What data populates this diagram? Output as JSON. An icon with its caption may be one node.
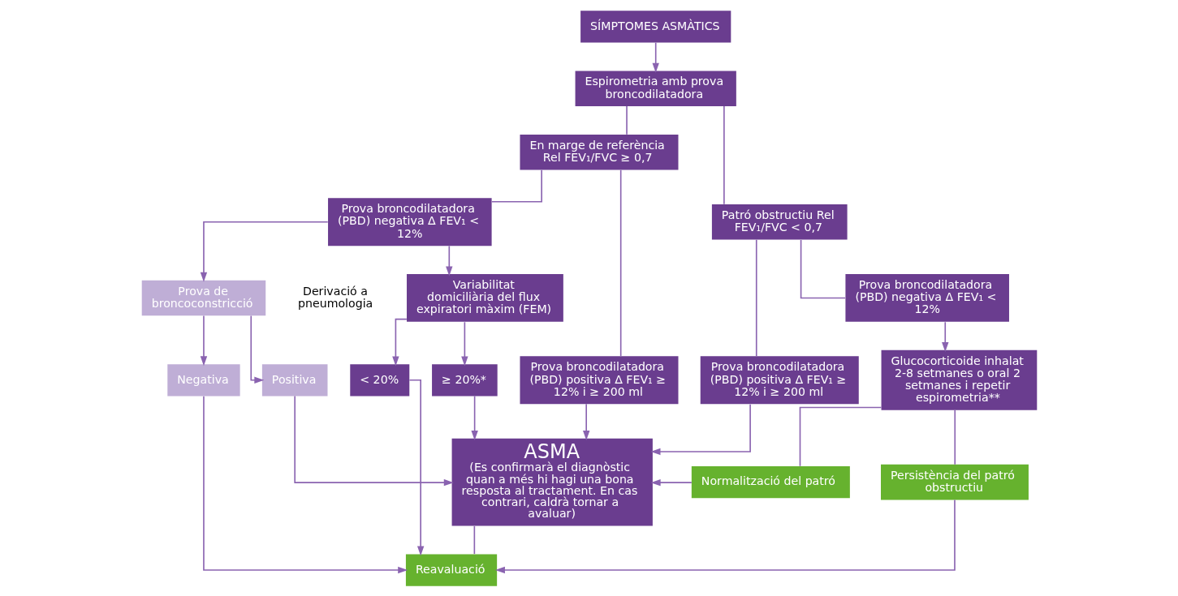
{
  "diagram": {
    "nodes": [
      {
        "text": [
          "SÍMPTOMES ASMÀTICS"
        ]
      },
      {
        "text": [
          "Espirometria amb prova broncodilatadora"
        ]
      },
      {
        "text": [
          "En marge de referència Rel FEV₁/FVC ≥ 0,7"
        ]
      },
      {
        "text": [
          "Patró obstructiu Rel FEV₁/FVC < 0,7"
        ]
      },
      {
        "text": [
          "Prova broncodilatadora (PBD) negativa Δ FEV₁ < 12%"
        ]
      },
      {
        "text": [
          "Prova broncodilatadora (PBD) positiva Δ FEV₁ ≥ 12% i ≥ 200 ml"
        ]
      },
      {
        "text": [
          "Prova broncodilatadora (PBD) positiva Δ FEV₁ ≥ 12% i ≥ 200 ml"
        ]
      },
      {
        "text": [
          "Prova broncodilatadora (PBD) negativa Δ FEV₁ < 12%"
        ]
      },
      {
        "text": [
          "Variabilitat domiciliària del flux expiratori màxim (FEM)"
        ]
      },
      {
        "text": [
          "≥ 20%*"
        ]
      },
      {
        "text": [
          "< 20%"
        ]
      },
      {
        "text": [
          "ASMA",
          "(Es confirmarà el diagnòstic quan a més hi hagi una bona resposta al tractament. En cas contrari, caldrà tornar a avaluar)"
        ]
      },
      {
        "text": [
          "Glucocorticoide inhalat 2-8 setmanes o oral 2 setmanes i repetir espirometria**"
        ]
      },
      {
        "text": [
          "Prova de broncoconstricció"
        ]
      },
      {
        "text": [
          "Positiva"
        ]
      },
      {
        "text": [
          "Negativa"
        ]
      },
      {
        "text": [
          "Normalització del patró"
        ]
      },
      {
        "text": [
          "Persistència del patró obstructiu"
        ]
      },
      {
        "text": [
          "Reavaluació"
        ]
      }
    ],
    "edges": [
      {
        "from": 0,
        "to": 1,
        "arrow": "to"
      },
      {
        "from": 1,
        "to": 2,
        "arrow": "none"
      },
      {
        "from": 1,
        "to": 3,
        "arrow": "none"
      },
      {
        "from": 2,
        "to": 4,
        "arrow": "none"
      },
      {
        "from": 2,
        "to": 5,
        "arrow": "none"
      },
      {
        "from": 3,
        "to": 6,
        "arrow": "none"
      },
      {
        "from": 3,
        "to": 7,
        "arrow": "none"
      },
      {
        "from": 4,
        "to": 8,
        "arrow": "to"
      },
      {
        "from": 4,
        "to": 13,
        "arrow": "to"
      },
      {
        "from": 5,
        "to": 11,
        "arrow": "to"
      },
      {
        "from": 6,
        "to": 11,
        "arrow": "to"
      },
      {
        "from": 7,
        "to": 12,
        "arrow": "to"
      },
      {
        "from": 8,
        "to": 9,
        "arrow": "to"
      },
      {
        "from": 8,
        "to": 10,
        "arrow": "to"
      },
      {
        "from": 9,
        "to": 11,
        "arrow": "to"
      },
      {
        "from": 10,
        "to": 18,
        "arrow": "to"
      },
      {
        "from": 13,
        "to": 14,
        "arrow": "to"
      },
      {
        "from": 13,
        "to": 15,
        "arrow": "to"
      },
      {
        "from": 14,
        "to": 11,
        "arrow": "to"
      },
      {
        "from": 15,
        "to": 18,
        "arrow": "to"
      },
      {
        "from": 12,
        "to": 16,
        "arrow": "none"
      },
      {
        "from": 12,
        "to": 17,
        "arrow": "none"
      },
      {
        "from": 16,
        "to": 11,
        "arrow": "to"
      },
      {
        "from": 17,
        "to": 18,
        "arrow": "to"
      },
      {
        "from": 11,
        "to": 18,
        "arrow": "none"
      }
    ],
    "labels": [
      "Derivació a pneumologia"
    ]
  }
}
